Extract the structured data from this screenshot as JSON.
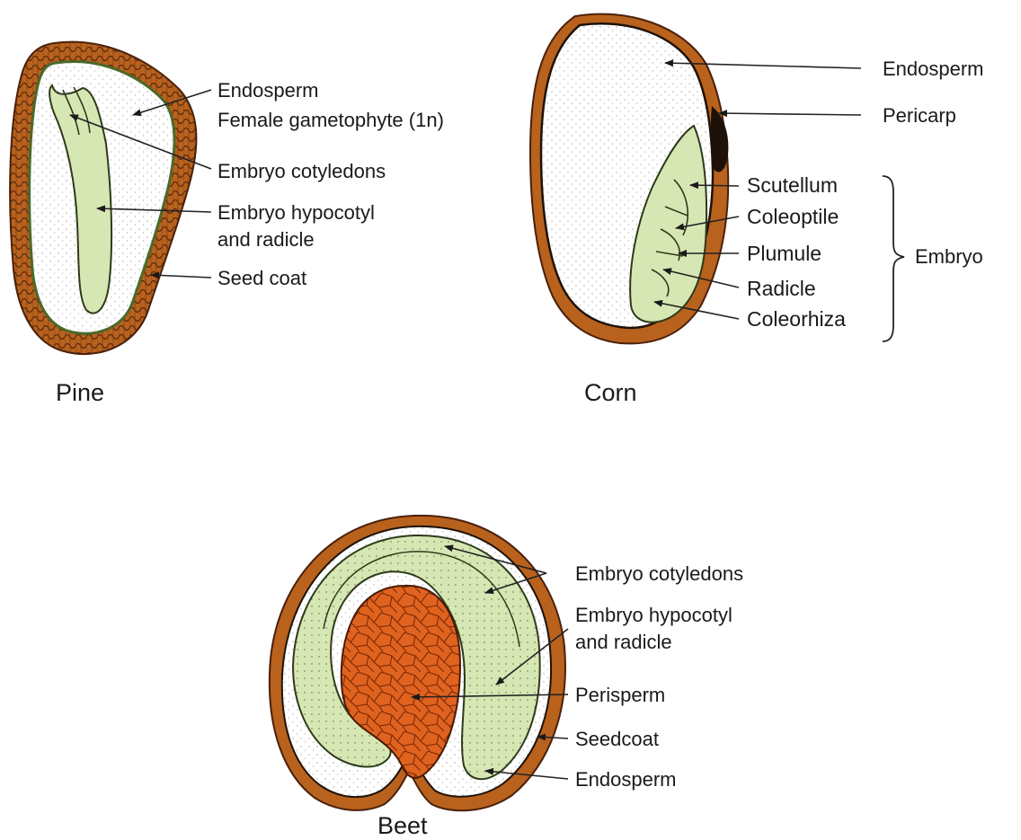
{
  "colors": {
    "seed_coat": "#b8621e",
    "seed_coat_dark": "#6b3410",
    "embryo": "#d7e7b4",
    "embryo_outline": "#2e3a1a",
    "endosperm": "#ffffff",
    "perisperm": "#e0621f",
    "pericarp_dark": "#1e1208",
    "label": "#1a1a1a",
    "leader": "#222222"
  },
  "pine": {
    "caption": "Pine",
    "labels": {
      "endosperm": "Endosperm",
      "female_gametophyte": "Female gametophyte (1n)",
      "cotyledons": "Embryo cotyledons",
      "hypocotyl_1": "Embryo hypocotyl",
      "hypocotyl_2": "and radicle",
      "seed_coat": "Seed coat"
    }
  },
  "corn": {
    "caption": "Corn",
    "labels": {
      "endosperm": "Endosperm",
      "pericarp": "Pericarp",
      "scutellum": "Scutellum",
      "coleoptile": "Coleoptile",
      "plumule": "Plumule",
      "radicle": "Radicle",
      "coleorhiza": "Coleorhiza",
      "embryo": "Embryo"
    }
  },
  "beet": {
    "caption": "Beet",
    "labels": {
      "cotyledons": "Embryo cotyledons",
      "hypocotyl_1": "Embryo hypocotyl",
      "hypocotyl_2": "and radicle",
      "perisperm": "Perisperm",
      "seedcoat": "Seedcoat",
      "endosperm": "Endosperm"
    }
  }
}
